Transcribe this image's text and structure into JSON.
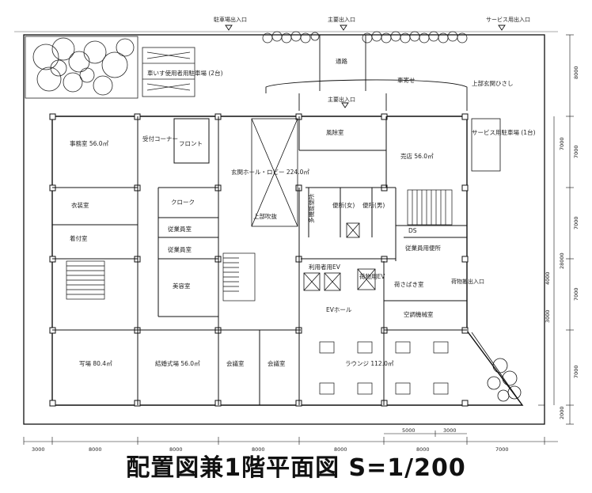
{
  "caption": "配置図兼1階平面図 S=1/200",
  "entrances": {
    "parking": "駐車場出入口",
    "main": "主要出入口",
    "service": "サービス用出入口",
    "main_inner": "主要出入口",
    "cargo": "荷物搬出入口"
  },
  "rooms": {
    "wheelchair_parking": "車いす使用者用駐車場 (2台)",
    "road": "通路",
    "drop_off": "車寄せ",
    "canopy": "上部玄関ひさし",
    "windbreak": "風除室",
    "shop": "売店 56.0㎡",
    "service_parking": "サービス用駐車場 (1台)",
    "office": "事務室 56.0㎡",
    "reception": "受付コーナー",
    "front": "フロント",
    "lobby": "玄関ホール・ロビー 224.0㎡",
    "void": "上部吹抜",
    "costume": "衣装室",
    "cloak": "クローク",
    "multi_wc": "多機能便所",
    "wc_f": "便所(女)",
    "wc_m": "便所(男)",
    "ds": "DS",
    "staff_wc": "従業員用便所",
    "dressing": "着付室",
    "staff1": "従業員室",
    "staff2": "従業員室",
    "user_ev": "利用者用EV",
    "freight_ev": "荷物用EV",
    "loading": "荷さばき室",
    "beauty": "美容室",
    "ev_hall": "EVホール",
    "ac_room": "空調機械室",
    "photo": "写場 80.4㎡",
    "ceremony": "結婚式場 56.0㎡",
    "meeting1": "会議室",
    "meeting2": "会議室",
    "lounge": "ラウンジ 112.0㎡"
  },
  "dims_bottom": [
    "3000",
    "8000",
    "8000",
    "8000",
    "8000",
    "8000",
    "7000"
  ],
  "dims_bottom_inner": [
    "5000",
    "3000"
  ],
  "dims_right": [
    "8000",
    "7000",
    "7000",
    "7000",
    "7000",
    "7000",
    "2000"
  ],
  "dims_right_inner": [
    "4000",
    "3000"
  ],
  "dims_right_total": "28000"
}
